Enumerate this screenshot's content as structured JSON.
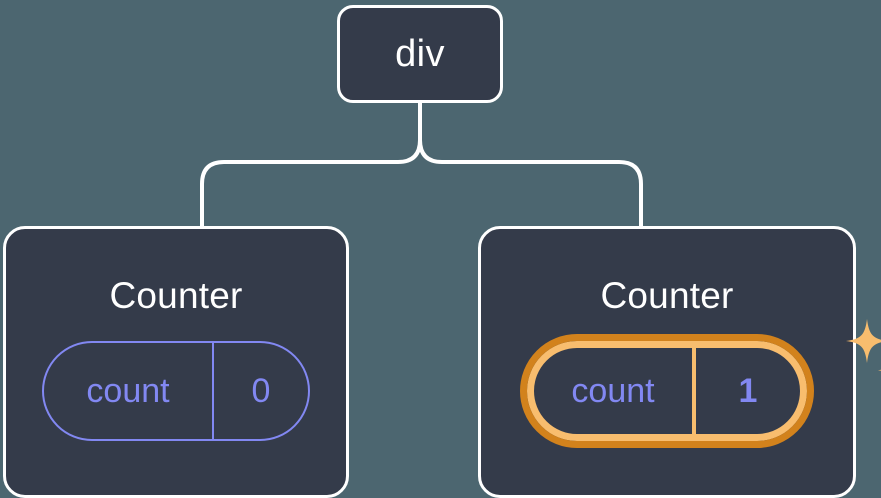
{
  "diagram": {
    "type": "component-tree",
    "background_color": "#4c6670",
    "node_fill_color": "#343b4a",
    "node_border_color": "#ffffff",
    "state_accent_color": "#8288f2",
    "highlight_outer_color": "#d2821c",
    "highlight_inner_color": "#f8bd6e",
    "sparkle_color": "#f8bd6e"
  },
  "root": {
    "label": "div"
  },
  "children": [
    {
      "title": "Counter",
      "state": {
        "key": "count",
        "value": "0"
      },
      "highlighted": false
    },
    {
      "title": "Counter",
      "state": {
        "key": "count",
        "value": "1"
      },
      "highlighted": true
    }
  ],
  "icons": {
    "sparkle_large": "sparkle-icon",
    "sparkle_small": "sparkle-icon"
  }
}
